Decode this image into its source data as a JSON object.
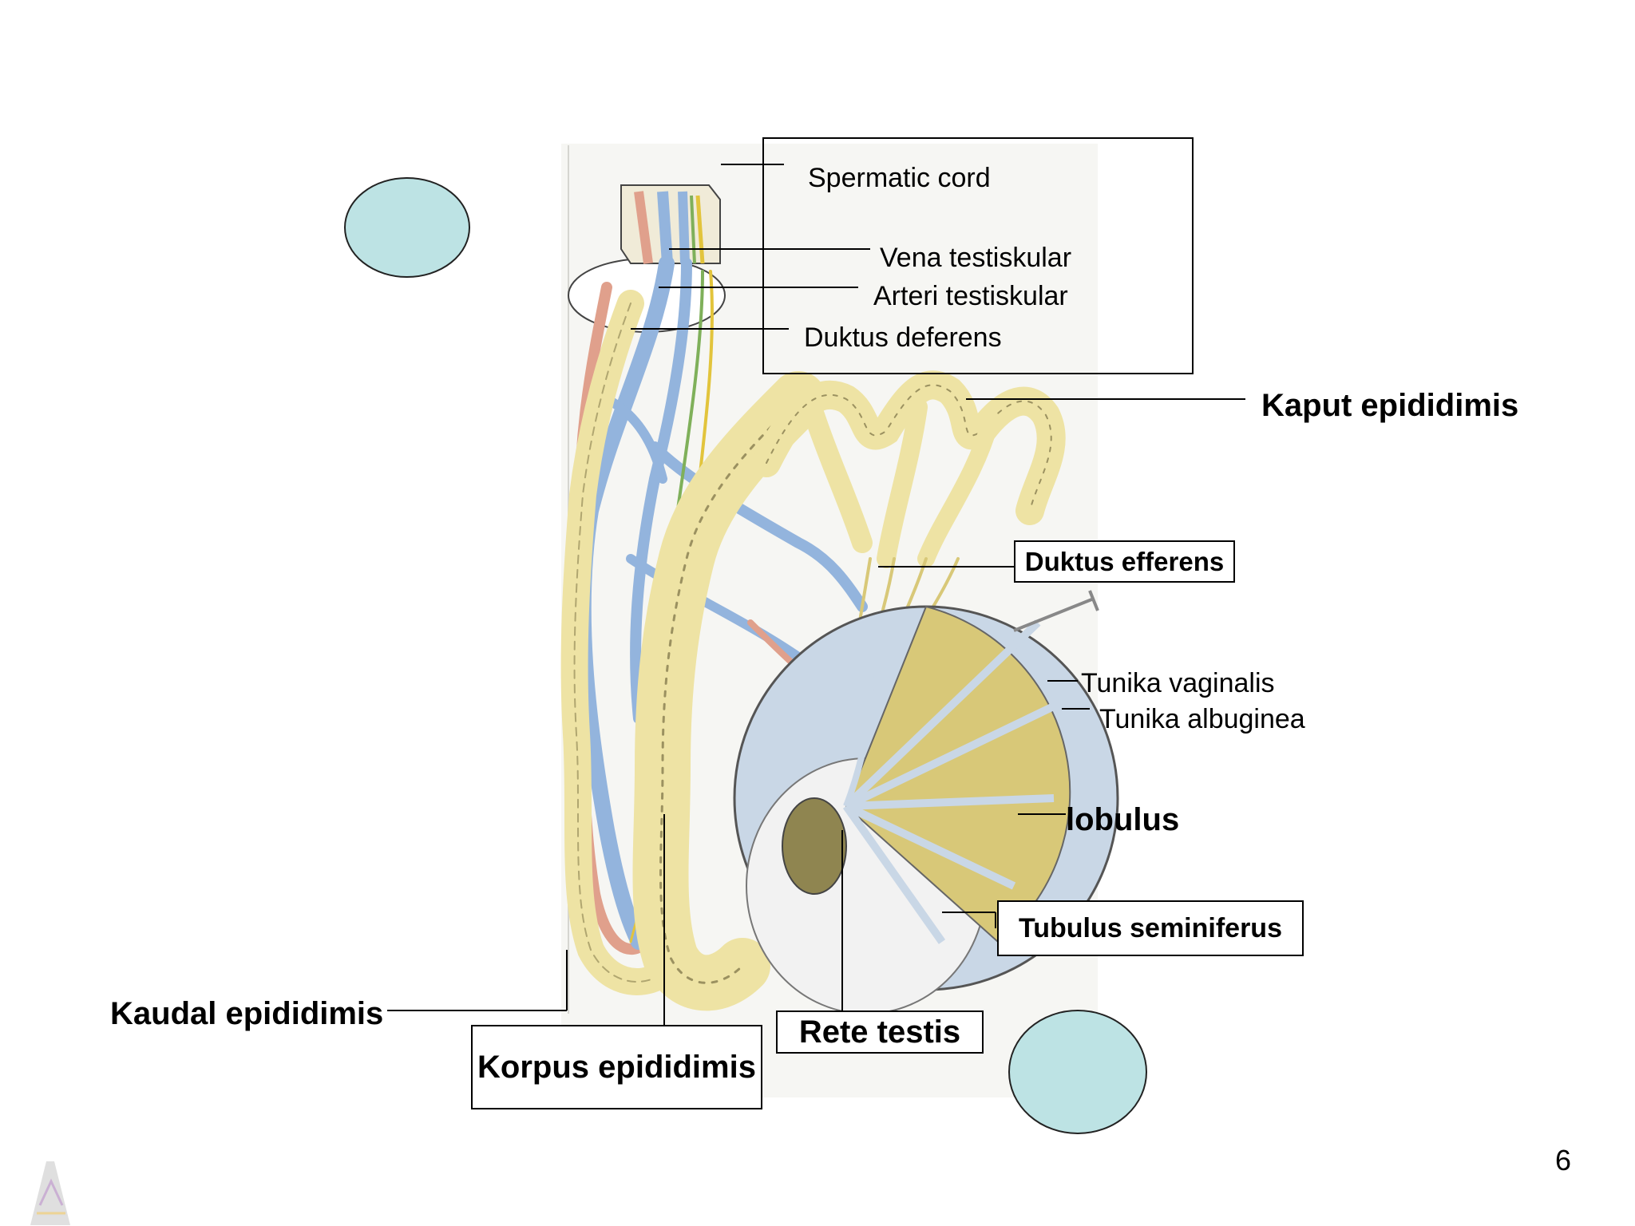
{
  "labels": {
    "spermatic_cord": "Spermatic cord",
    "vena": "Vena testiskular",
    "arteri": "Arteri testiskular",
    "duktus_deferens": "Duktus deferens",
    "kaput": "Kaput epididimis",
    "duktus_efferens": "Duktus efferens",
    "tunika_vaginalis": "Tunika vaginalis",
    "tunika_albuginea": "Tunika albuginea",
    "lobulus": "lobulus",
    "tubulus": "Tubulus seminiferus",
    "kaudal": "Kaudal epididimis",
    "rete": "Rete testis",
    "korpus": "Korpus epididimis"
  },
  "page_number": "6",
  "colors": {
    "placeholder_circle": "#bde3e4",
    "epididymis": "#eee3a4",
    "vein": "#93b4dd",
    "artery": "#e0a08c",
    "testis_tissue": "#d8c878",
    "tunica": "#c9d7e6"
  }
}
